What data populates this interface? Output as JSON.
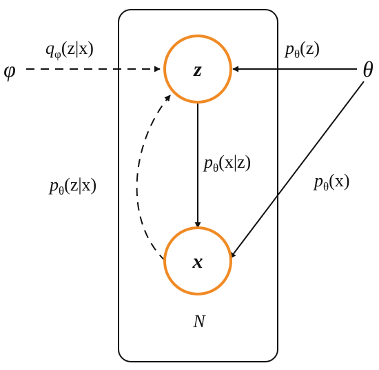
{
  "nodes": {
    "latent": {
      "label": "z"
    },
    "observed": {
      "label": "x"
    }
  },
  "plate": {
    "label": "N"
  },
  "params": {
    "phi": "φ",
    "theta": "θ"
  },
  "edges": {
    "variational": {
      "label_fn": "q",
      "label_sub": "φ",
      "label_args": "(z|x)",
      "style": "dashed"
    },
    "prior": {
      "label_fn": "p",
      "label_sub": "θ",
      "label_args": "(z)",
      "style": "solid"
    },
    "likelihood": {
      "label_fn": "p",
      "label_sub": "θ",
      "label_args": "(x|z)",
      "style": "solid"
    },
    "posterior": {
      "label_fn": "p",
      "label_sub": "θ",
      "label_args": "(z|x)",
      "style": "dashed"
    },
    "marginal": {
      "label_fn": "p",
      "label_sub": "θ",
      "label_args": "(x)",
      "style": "solid"
    }
  },
  "colors": {
    "node_stroke": "#f08a24",
    "line": "#111111"
  }
}
